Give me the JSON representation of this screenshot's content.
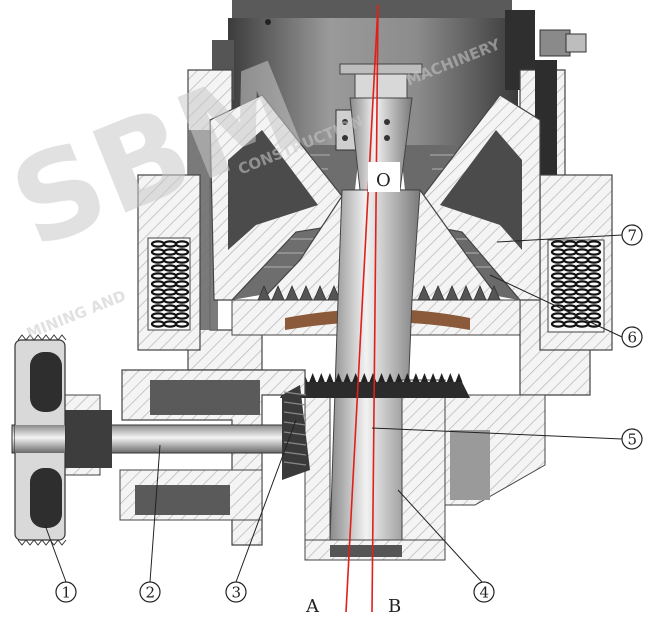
{
  "watermark": {
    "brand": "SBM",
    "tagline_left": "MINING AND",
    "tagline_middle": "CONSTRUCTION",
    "tagline_right": "MACHINERY"
  },
  "diagram": {
    "center_mark": "O",
    "axis_labels": {
      "a": "A",
      "b": "B"
    },
    "callouts": [
      "1",
      "2",
      "3",
      "4",
      "5",
      "6",
      "7"
    ]
  },
  "colors": {
    "metal_light": "#e8e8e8",
    "metal_mid": "#a8a8a8",
    "metal_dark": "#4a4a4a",
    "hatch": "#b0b0b0",
    "spring": "#111111",
    "axis_red": "#e0201a",
    "bronze": "#8a5a3a"
  }
}
